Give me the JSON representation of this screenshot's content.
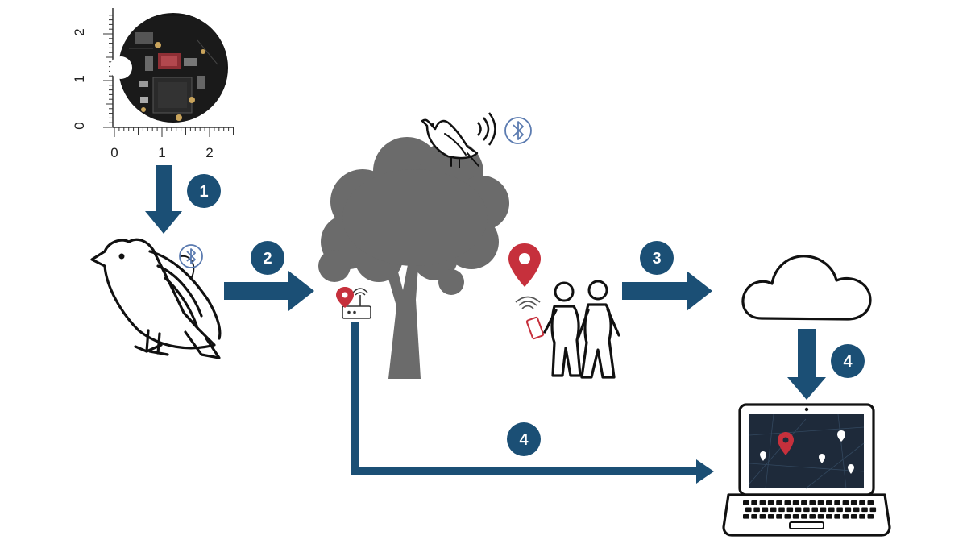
{
  "colors": {
    "arrow": "#1b4f75",
    "badge": "#1b4f75",
    "pin": "#c6303c",
    "tree": "#6b6b6b",
    "bluetooth": "#5b7bb0"
  },
  "ruler": {
    "vertical_labels": [
      "2",
      "1",
      "0"
    ],
    "horizontal_labels": [
      "0",
      "1",
      "2"
    ]
  },
  "steps": {
    "step1": "1",
    "step2": "2",
    "step3": "3",
    "step4_cloud": "4",
    "step4_direct": "4"
  },
  "icons": {
    "sensor_board": "circuit-board-photo",
    "bird_large": "bird-outline-icon",
    "bird_small": "bird-on-tree-icon",
    "tree": "tree-silhouette-icon",
    "gateway": "wifi-router-icon",
    "walkers": "walking-people-icon",
    "phone": "smartphone-icon",
    "cloud": "cloud-icon",
    "laptop": "laptop-map-icon",
    "bluetooth": "bluetooth-icon",
    "pin": "location-pin-icon",
    "signal": "signal-waves-icon"
  }
}
